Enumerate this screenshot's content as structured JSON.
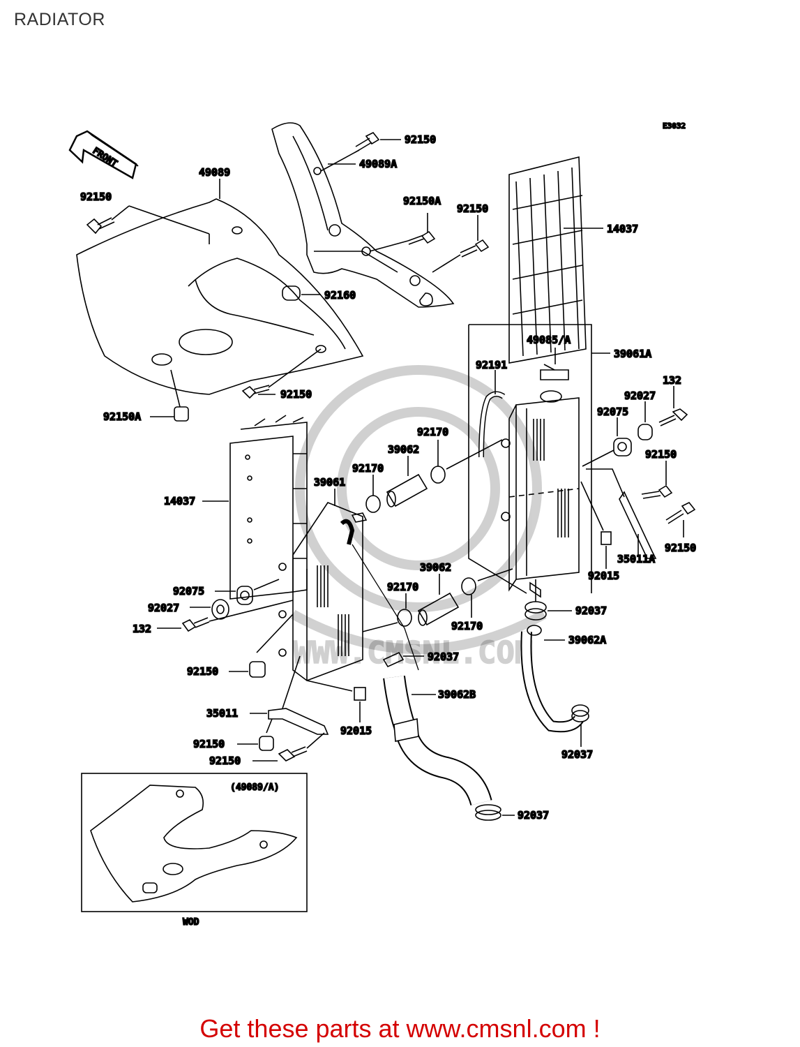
{
  "title": "RADIATOR",
  "figure_code": "E3032",
  "front_label": "FRONT",
  "inset_label": "(49089/A)",
  "inset_caption": "WOD",
  "watermark_text": "WWW.CMSNL.COM",
  "footer_text": "Get these parts at www.cmsnl.com !",
  "footer_color": "#d40000",
  "parts": {
    "p49089": "49089",
    "p49089a": "49089A",
    "p92150_top": "92150",
    "p92150a_top": "92150A",
    "p92150_right": "92150",
    "p14037_right": "14037",
    "p92150_left": "92150",
    "p92160": "92160",
    "p92150_mid": "92150",
    "p92150a_left": "92150A",
    "p49085a": "49085/A",
    "p39061a": "39061A",
    "p92191": "92191",
    "p132_right": "132",
    "p92027_right": "92027",
    "p92075_right": "92075",
    "p92170_a": "92170",
    "p39062_a": "39062",
    "p92170_b": "92170",
    "p92150_r1": "92150",
    "p14037_left": "14037",
    "p39061": "39061",
    "p92150_r2": "92150",
    "p35011a": "35011A",
    "p92015_right": "92015",
    "p39062_b": "39062",
    "p92075_left": "92075",
    "p92170_c": "92170",
    "p92027_left": "92027",
    "p92037_a": "92037",
    "p132_left": "132",
    "p92170_d": "92170",
    "p39062a": "39062A",
    "p92150_l1": "92150",
    "p92037_b": "92037",
    "p39062b": "39062B",
    "p35011": "35011",
    "p92015_left": "92015",
    "p92150_l2": "92150",
    "p92037_c": "92037",
    "p92150_l3": "92150",
    "p92037_d": "92037"
  }
}
